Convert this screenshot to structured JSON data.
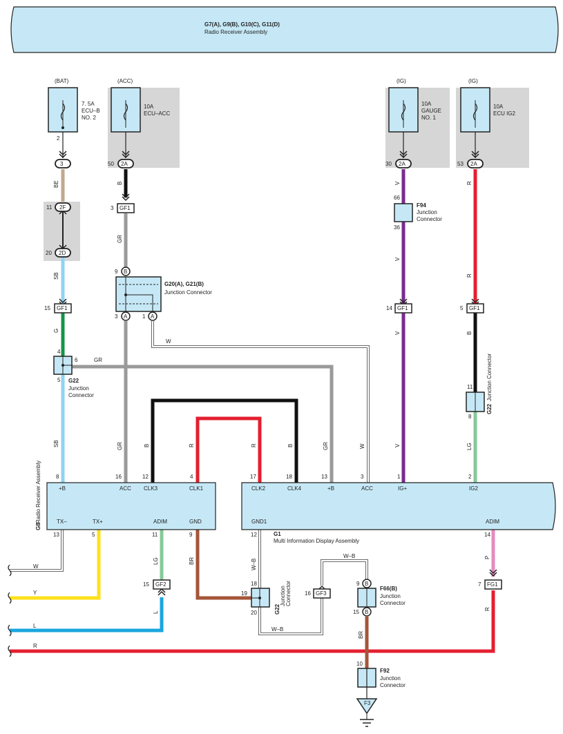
{
  "header": {
    "title": "G7(A), G9(B), G10(C), G11(D)",
    "subtitle": "Radio Receiver Assembly"
  },
  "sources": {
    "bat": {
      "name": "(BAT)",
      "fuse": "7. 5A",
      "fuse2": "ECU–B",
      "fuse3": "NO. 2",
      "pin": "2"
    },
    "acc": {
      "name": "(ACC)",
      "fuse": "10A",
      "fuse2": "ECU–ACC"
    },
    "ig1": {
      "name": "(IG)",
      "fuse": "10A",
      "fuse2": "GAUGE",
      "fuse3": "NO. 1"
    },
    "ig2": {
      "name": "(IG)",
      "fuse": "10A",
      "fuse2": "ECU IG2"
    }
  },
  "connectors": {
    "c3": "3",
    "c2F": "2F",
    "c2D": "2D",
    "c2A": "2A",
    "GF1": "GF1",
    "GF2": "GF2",
    "GF3": "GF3",
    "FG1": "FG1",
    "B": "B",
    "A": "A",
    "p50": "50",
    "p30": "30",
    "p53": "53",
    "p11": "11",
    "p20": "20",
    "p3": "3",
    "p9": "9",
    "p1": "1",
    "p15": "15",
    "p14": "14",
    "p5": "5",
    "p66": "66",
    "p36": "36",
    "p4": "4",
    "p6": "6",
    "p8": "8",
    "p16": "16",
    "p12": "12",
    "p17": "17",
    "p18": "18",
    "p13": "13",
    "p2": "2",
    "p19": "19",
    "p7": "7",
    "p10": "10",
    "p16b": "16"
  },
  "components": {
    "g20": "G20(A), G21(B)",
    "g20_desc": "Junction Connector",
    "g22": "G22",
    "jc_line1": "Junction",
    "jc_line2": "Connector",
    "jc_full": "Junction Connector",
    "f94": "F94",
    "f66": "F66(B)",
    "f92": "F92",
    "f3": "F3",
    "g8": "G8",
    "g8_desc": "Radio Receiver Assembly",
    "g1": "G1",
    "g1_desc": "Multi Information Display Assembly"
  },
  "radio_pins": {
    "top": [
      "+B",
      "ACC",
      "CLK3",
      "CLK1"
    ],
    "bottom": [
      "TX–",
      "TX+",
      "ADIM",
      "GND"
    ]
  },
  "mid_pins": {
    "top": [
      "CLK2",
      "CLK4",
      "+B",
      "ACC",
      "IG+",
      "IG2"
    ],
    "bottom": [
      "GND1",
      "ADIM"
    ]
  },
  "wires": {
    "BE": "BE",
    "B": "B",
    "GR": "GR",
    "SB": "SB",
    "G": "G",
    "W": "W",
    "V": "V",
    "R": "R",
    "LG": "LG",
    "BR": "BR",
    "WB": "W–B",
    "P": "P",
    "Y": "Y",
    "L": "L"
  },
  "colors": {
    "panel": "#c6e8f6",
    "shade": "#d6d6d6",
    "black": "#111111",
    "tan": "#c2a98e",
    "gray": "#9a9a9a",
    "sky": "#8fd3f2",
    "green": "#149447",
    "purple": "#7b2b8f",
    "red": "#e32030",
    "lightgreen": "#86c99a",
    "brown": "#a4553a",
    "yellow": "#ffe11a",
    "blue": "#1aa6e0",
    "pink": "#e58bbf"
  }
}
